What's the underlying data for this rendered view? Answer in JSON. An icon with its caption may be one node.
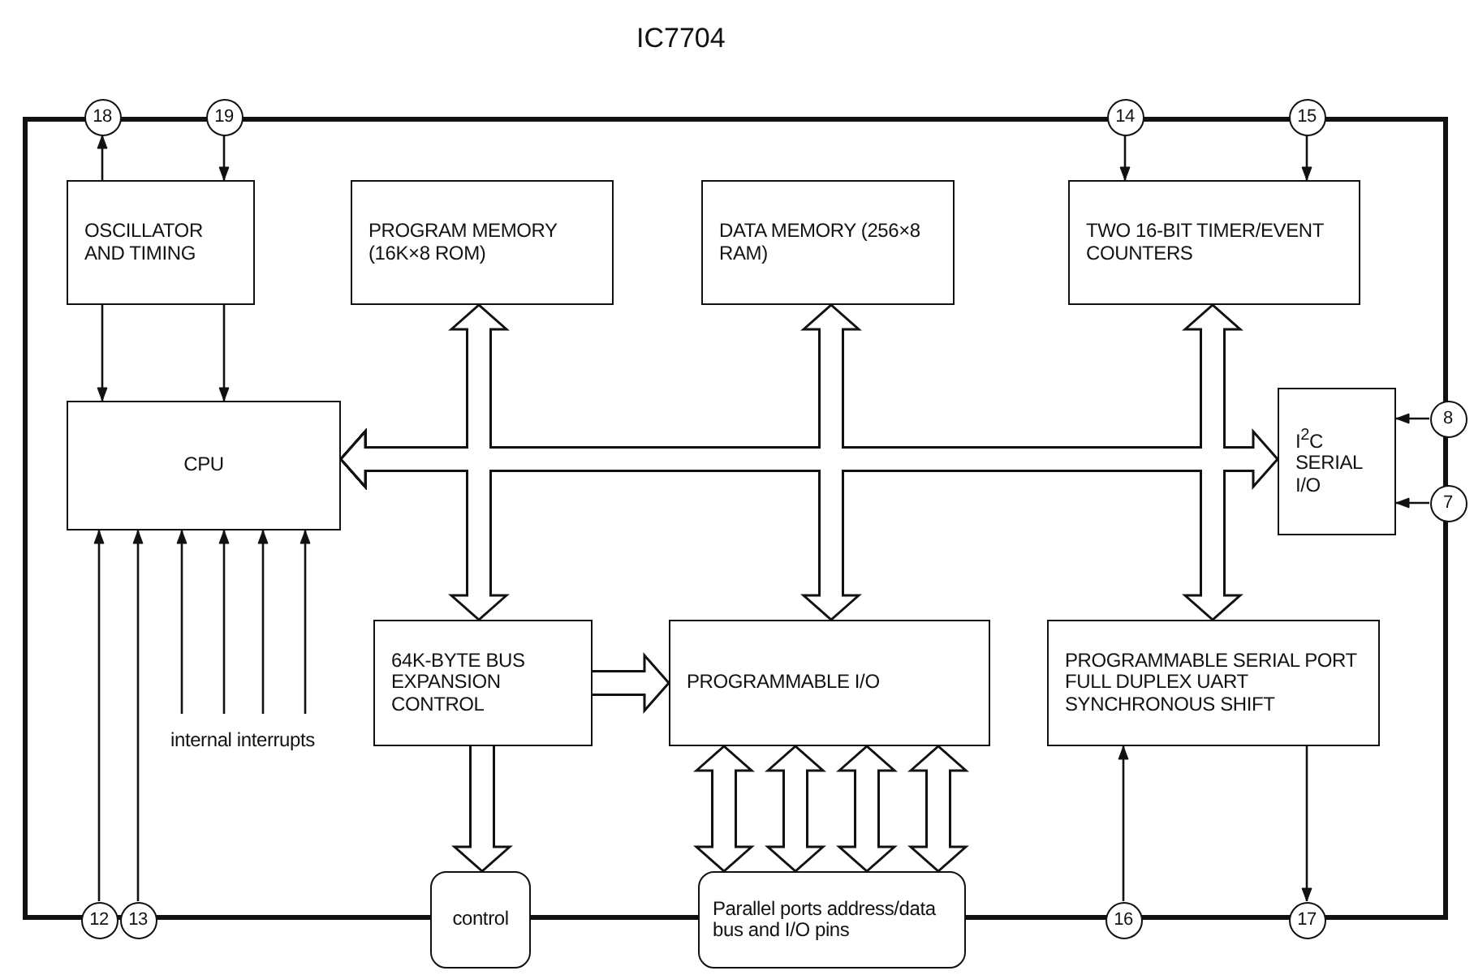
{
  "diagram": {
    "title": "IC7704",
    "nodes": [
      {
        "text": [],
        "shape": "box"
      },
      {
        "text": [
          "18"
        ]
      },
      {
        "text": [
          "19"
        ]
      },
      {
        "text": [
          "14"
        ]
      },
      {
        "text": [
          "15"
        ]
      },
      {
        "text": [
          "OSCILLATOR AND TIMING"
        ],
        "in": 0
      },
      {
        "text": [
          "PROGRAM MEMORY (16K×8 ROM)"
        ],
        "in": 0
      },
      {
        "text": [
          "DATA MEMORY (256×8 RAM)"
        ],
        "in": 0
      },
      {
        "text": [
          "TWO 16-BIT TIMER/EVENT COUNTERS"
        ],
        "in": 0
      },
      {
        "text": [
          "CPU"
        ],
        "in": 0
      },
      {
        "text": [
          "I$^{2}$C SERIAL I/O"
        ],
        "in": 0
      },
      {
        "text": [
          "8"
        ]
      },
      {
        "text": [
          "7"
        ]
      },
      {
        "text": [
          "64K-BYTE BUS EXPANSION CONTROL"
        ],
        "in": 0
      },
      {
        "text": [
          "PROGRAMMABLE I/O"
        ],
        "in": 0
      },
      {
        "text": [
          "PROGRAMMABLE SERIAL PORT FULL DUPLEX UART SYNCHRONOUS SHIFT"
        ],
        "in": 0
      },
      {
        "text": [
          "internal interrupts"
        ],
        "in": 0
      },
      {
        "text": [
          "12"
        ]
      },
      {
        "text": [
          "13"
        ]
      },
      {
        "text": [
          "control"
        ]
      },
      {
        "text": [
          "Parallel ports address/data bus and I/O pins"
        ]
      },
      {
        "text": [
          "16"
        ]
      },
      {
        "text": [
          "17"
        ]
      }
    ],
    "edges": [
      {
        "from": 5,
        "to": 1,
        "arrow": "to"
      },
      {
        "from": 2,
        "to": 5,
        "arrow": "to"
      },
      {
        "from": 5,
        "to": 9,
        "arrow": "to"
      },
      {
        "from": 5,
        "to": 9,
        "arrow": "to"
      },
      {
        "from": 3,
        "to": 8,
        "arrow": "to"
      },
      {
        "from": 4,
        "to": 8,
        "arrow": "to"
      },
      {
        "from": 9,
        "to": 6,
        "arrow": "both",
        "style": "thick"
      },
      {
        "from": 9,
        "to": 13,
        "arrow": "both",
        "style": "thick"
      },
      {
        "from": 9,
        "to": 7,
        "arrow": "both",
        "style": "thick"
      },
      {
        "from": 9,
        "to": 14,
        "arrow": "both",
        "style": "thick"
      },
      {
        "from": 9,
        "to": 8,
        "arrow": "both",
        "style": "thick"
      },
      {
        "from": 9,
        "to": 15,
        "arrow": "both",
        "style": "thick"
      },
      {
        "from": 9,
        "to": 10,
        "arrow": "both",
        "style": "thick"
      },
      {
        "from": 11,
        "to": 10,
        "arrow": "to"
      },
      {
        "from": 12,
        "to": 10,
        "arrow": "to"
      },
      {
        "from": 16,
        "to": 9,
        "arrow": "to"
      },
      {
        "from": 16,
        "to": 9,
        "arrow": "to"
      },
      {
        "from": 16,
        "to": 9,
        "arrow": "to"
      },
      {
        "from": 16,
        "to": 9,
        "arrow": "to"
      },
      {
        "from": 17,
        "to": 9,
        "arrow": "to"
      },
      {
        "from": 18,
        "to": 9,
        "arrow": "to"
      },
      {
        "from": 13,
        "to": 14,
        "arrow": "to",
        "style": "thick"
      },
      {
        "from": 13,
        "to": 19,
        "arrow": "to",
        "style": "thick"
      },
      {
        "from": 14,
        "to": 20,
        "arrow": "both",
        "style": "thick"
      },
      {
        "from": 14,
        "to": 20,
        "arrow": "both",
        "style": "thick"
      },
      {
        "from": 14,
        "to": 20,
        "arrow": "both",
        "style": "thick"
      },
      {
        "from": 14,
        "to": 20,
        "arrow": "both",
        "style": "thick"
      },
      {
        "from": 21,
        "to": 15,
        "arrow": "to"
      },
      {
        "from": 15,
        "to": 22,
        "arrow": "to"
      }
    ]
  }
}
